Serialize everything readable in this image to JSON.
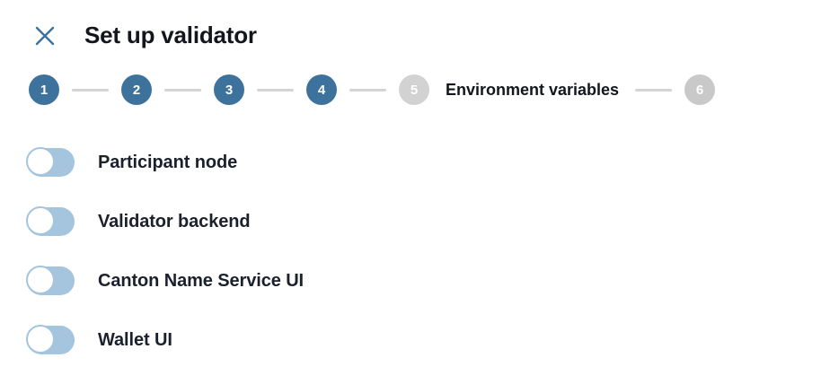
{
  "header": {
    "title": "Set up validator",
    "close_icon": "close-icon"
  },
  "stepper": {
    "steps": [
      {
        "number": "1",
        "state": "done",
        "label": ""
      },
      {
        "number": "2",
        "state": "done",
        "label": ""
      },
      {
        "number": "3",
        "state": "done",
        "label": ""
      },
      {
        "number": "4",
        "state": "done",
        "label": ""
      },
      {
        "number": "5",
        "state": "active",
        "label": "Environment variables"
      },
      {
        "number": "6",
        "state": "pending",
        "label": ""
      }
    ],
    "current_step": "5",
    "total_steps": "6"
  },
  "toggles": [
    {
      "label": "Participant node",
      "checked": "off"
    },
    {
      "label": "Validator backend",
      "checked": "off"
    },
    {
      "label": "Canton Name Service UI",
      "checked": "off"
    },
    {
      "label": "Wallet UI",
      "checked": "off"
    }
  ],
  "colors": {
    "accent": "#3d729c",
    "toggle_track": "#a4c5dd",
    "step_inactive": "#c9c9c9",
    "step_active": "#d2d2d2",
    "connector": "#d4d4d4",
    "text": "#13161c",
    "background": "#ffffff"
  }
}
